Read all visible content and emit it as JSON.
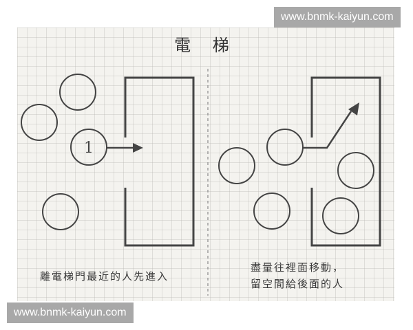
{
  "title": "電 梯",
  "left_panel": {
    "caption": "離電梯門最近的人先進入",
    "numbered_person_label": "1"
  },
  "right_panel": {
    "caption_line1": "盡量往裡面移動，",
    "caption_line2": "留空間給後面的人"
  },
  "watermarks": {
    "top_right": "www.bnmk-kaiyun.com",
    "bottom_left": "www.bnmk-kaiyun.com"
  },
  "colors": {
    "paper": "#f4f3ef",
    "ink": "#444444",
    "watermark_bg": "#a8a8a8"
  }
}
